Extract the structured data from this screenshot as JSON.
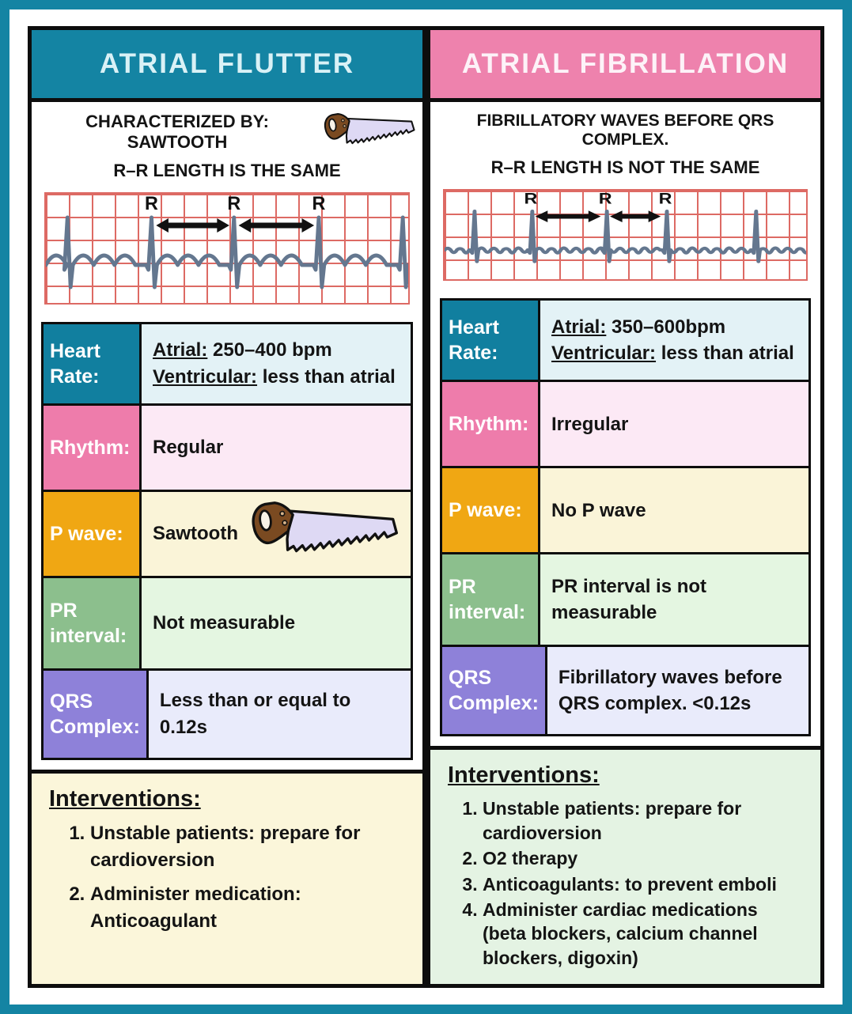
{
  "left": {
    "title": "ATRIAL FLUTTER",
    "desc1": "CHARACTERIZED BY: SAWTOOTH",
    "desc2": "R–R LENGTH IS THE SAME",
    "rows": [
      {
        "label": "Heart Rate:",
        "line1_u": "Atrial:",
        "line1_t": " 250–400 bpm",
        "line2_u": "Ventricular:",
        "line2_t": " less than atrial"
      },
      {
        "label": "Rhythm:",
        "value": "Regular"
      },
      {
        "label": "P wave:",
        "value": "Sawtooth"
      },
      {
        "label": "PR interval:",
        "value": "Not measurable"
      },
      {
        "label": "QRS Complex:",
        "value": "Less than or equal to 0.12s"
      }
    ],
    "interventions_title": "Interventions:",
    "interventions": [
      "Unstable patients: prepare for cardioversion",
      "Administer medication: Anticoagulant"
    ]
  },
  "right": {
    "title": "ATRIAL FIBRILLATION",
    "desc1": "FIBRILLATORY WAVES BEFORE QRS COMPLEX.",
    "desc2": "R–R LENGTH IS NOT THE SAME",
    "rows": [
      {
        "label": "Heart Rate:",
        "line1_u": "Atrial:",
        "line1_t": " 350–600bpm",
        "line2_u": "Ventricular:",
        "line2_t": " less than atrial"
      },
      {
        "label": "Rhythm:",
        "value": "Irregular"
      },
      {
        "label": "P wave:",
        "value": "No P wave"
      },
      {
        "label": "PR interval:",
        "value": "PR interval is not measurable"
      },
      {
        "label": "QRS Complex:",
        "value": "Fibrillatory waves before QRS complex. <0.12s"
      }
    ],
    "interventions_title": "Interventions:",
    "interventions": [
      "Unstable patients: prepare for cardioversion",
      "O2 therapy",
      "Anticoagulants: to prevent emboli",
      "Administer cardiac medications (beta blockers, calcium channel blockers, digoxin)"
    ]
  },
  "ecg": {
    "left": {
      "type": "flutter",
      "r_label": "R",
      "spikes_x": [
        28,
        137,
        244,
        354,
        463
      ],
      "labeled_spikes": [
        1,
        2,
        3
      ],
      "arrows": [
        [
          1,
          2
        ],
        [
          2,
          3
        ]
      ],
      "rr_interval": "regular"
    },
    "right": {
      "type": "fibrillation",
      "r_label": "R",
      "spikes_x": [
        37,
        112,
        209,
        287,
        403
      ],
      "labeled_spikes": [
        1,
        2,
        3
      ],
      "arrows": [
        [
          1,
          2
        ],
        [
          2,
          3
        ]
      ],
      "rr_interval": "irregular"
    }
  },
  "colors": {
    "frame_teal": "#1484a3",
    "header_teal": "#1484a3",
    "header_pink": "#ee82ad",
    "row_teal": "#117f9f",
    "row_teal_bg": "#e3f2f6",
    "row_pink": "#ee7cab",
    "row_pink_bg": "#fce9f5",
    "row_orange": "#f0a713",
    "row_orange_bg": "#faf4d8",
    "row_green": "#8cbf8d",
    "row_green_bg": "#e4f6e1",
    "row_purple": "#8e81d9",
    "row_purple_bg": "#e9ebfb",
    "interventions_left_bg": "#fbf6da",
    "interventions_right_bg": "#e4f3e3",
    "ecg_grid": "#dd6a64",
    "ecg_trace": "#64778f",
    "border_black": "#0d0d0d"
  }
}
